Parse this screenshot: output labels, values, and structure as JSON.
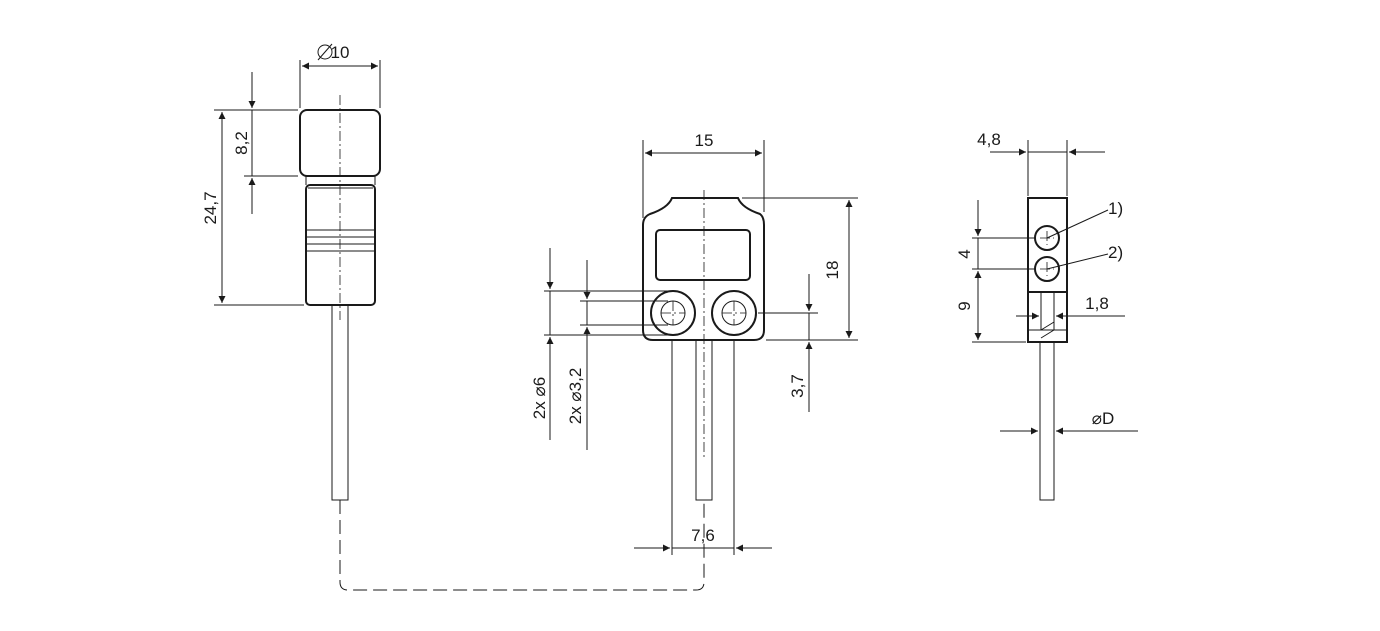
{
  "figure": {
    "dimensions": {
      "connector_diameter": "10",
      "connector_head_length": "8,2",
      "connector_total_length": "24,7",
      "body_width": "15",
      "body_height": "18",
      "hole_spacing_bottom": "3,7",
      "holes_outer": "2x ⌀6",
      "holes_inner": "2x ⌀3,2",
      "cable_exit_width": "7,6",
      "side_width": "4,8",
      "side_lens_pitch": "4",
      "side_lower_height": "9",
      "side_slot": "1,8",
      "cable_diameter": "⌀D"
    },
    "callouts": {
      "c1": "1)",
      "c2": "2)"
    }
  },
  "colors": {
    "line": "#1a1a1a",
    "background": "#ffffff"
  }
}
